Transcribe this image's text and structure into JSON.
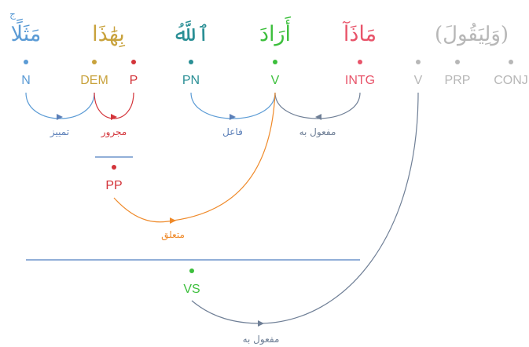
{
  "colors": {
    "blue": "#5b9bd5",
    "gold": "#c8a23c",
    "red": "#d3343a",
    "teal": "#2a8f95",
    "green": "#3cbf3c",
    "pink": "#e8546a",
    "gray": "#b7b7b7",
    "orange": "#ef8a2a",
    "slate": "#6f7f96",
    "arrowBlue": "#5b7fb8",
    "lineBlue": "#4f7fc0"
  },
  "words": [
    {
      "id": "w-mathalan",
      "arabic": "مَثَلًا",
      "superscript": "ج",
      "color": "blue"
    },
    {
      "id": "w-bihadha",
      "arabic": "بِهَٰذَا",
      "color": "gold",
      "highlight": "بِ",
      "highlightColor": "red"
    },
    {
      "id": "w-allah",
      "arabic": "ٱللَّهُ",
      "color": "teal"
    },
    {
      "id": "w-arada",
      "arabic": "أَرَادَ",
      "color": "green"
    },
    {
      "id": "w-madha",
      "arabic": "مَاذَآ",
      "color": "pink"
    },
    {
      "id": "w-wayaqulu",
      "arabic": "(وَلِيَقُولَ)",
      "color": "gray"
    }
  ],
  "tags": [
    {
      "id": "tag-n",
      "text": "N",
      "color": "blue"
    },
    {
      "id": "tag-dem",
      "text": "DEM",
      "color": "gold"
    },
    {
      "id": "tag-p",
      "text": "P",
      "color": "red"
    },
    {
      "id": "tag-pn",
      "text": "PN",
      "color": "teal"
    },
    {
      "id": "tag-v",
      "text": "V",
      "color": "green"
    },
    {
      "id": "tag-intg",
      "text": "INTG",
      "color": "pink"
    },
    {
      "id": "tag-v2",
      "text": "V",
      "color": "gray"
    },
    {
      "id": "tag-prp",
      "text": "PRP",
      "color": "gray"
    },
    {
      "id": "tag-conj",
      "text": "CONJ",
      "color": "gray"
    },
    {
      "id": "tag-pp",
      "text": "PP",
      "color": "red"
    },
    {
      "id": "tag-vs",
      "text": "VS",
      "color": "green"
    }
  ],
  "relations": {
    "tamyiz": "تمييز",
    "majrur": "مجرور",
    "fail": "فاعل",
    "mafool1": "مفعول به",
    "mutaalliq": "متعلق",
    "mafool2": "مفعول به"
  }
}
